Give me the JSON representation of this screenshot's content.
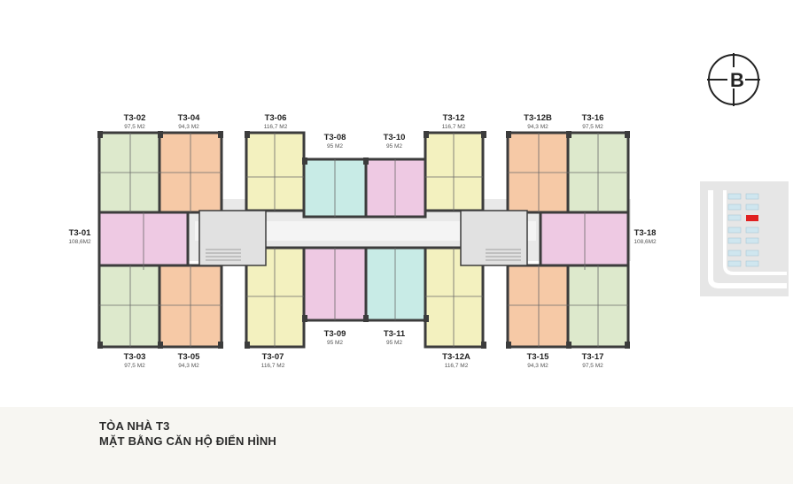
{
  "compass": {
    "letter": "B"
  },
  "title": {
    "line1": "TÒA NHÀ T3",
    "line2": "MẶT BẰNG CĂN HỘ ĐIỂN HÌNH"
  },
  "colors": {
    "green": "#dde9cc",
    "orange": "#f6c9a6",
    "pink": "#eec9e3",
    "yellow": "#f3f1bf",
    "cyan": "#c8ebe6",
    "wall": "#3c3c3c",
    "core": "#e1e1e1"
  },
  "units": {
    "t3_02": {
      "code": "T3-02",
      "area": "97,5 M2"
    },
    "t3_04": {
      "code": "T3-04",
      "area": "94,3 M2"
    },
    "t3_06": {
      "code": "T3-06",
      "area": "116,7 M2"
    },
    "t3_08": {
      "code": "T3-08",
      "area": "95 M2"
    },
    "t3_10": {
      "code": "T3-10",
      "area": "95 M2"
    },
    "t3_12": {
      "code": "T3-12",
      "area": "116,7 M2"
    },
    "t3_12b": {
      "code": "T3-12B",
      "area": "94,3 M2"
    },
    "t3_16": {
      "code": "T3-16",
      "area": "97,5 M2"
    },
    "t3_01": {
      "code": "T3-01",
      "area": "108,6M2"
    },
    "t3_18": {
      "code": "T3-18",
      "area": "108,6M2"
    },
    "t3_03": {
      "code": "T3-03",
      "area": "97,5 M2"
    },
    "t3_05": {
      "code": "T3-05",
      "area": "94,3 M2"
    },
    "t3_07": {
      "code": "T3-07",
      "area": "116,7 M2"
    },
    "t3_09": {
      "code": "T3-09",
      "area": "95 M2"
    },
    "t3_11": {
      "code": "T3-11",
      "area": "95 M2"
    },
    "t3_12a": {
      "code": "T3-12A",
      "area": "116,7 M2"
    },
    "t3_15": {
      "code": "T3-15",
      "area": "94,3 M2"
    },
    "t3_17": {
      "code": "T3-17",
      "area": "97,5 M2"
    }
  }
}
